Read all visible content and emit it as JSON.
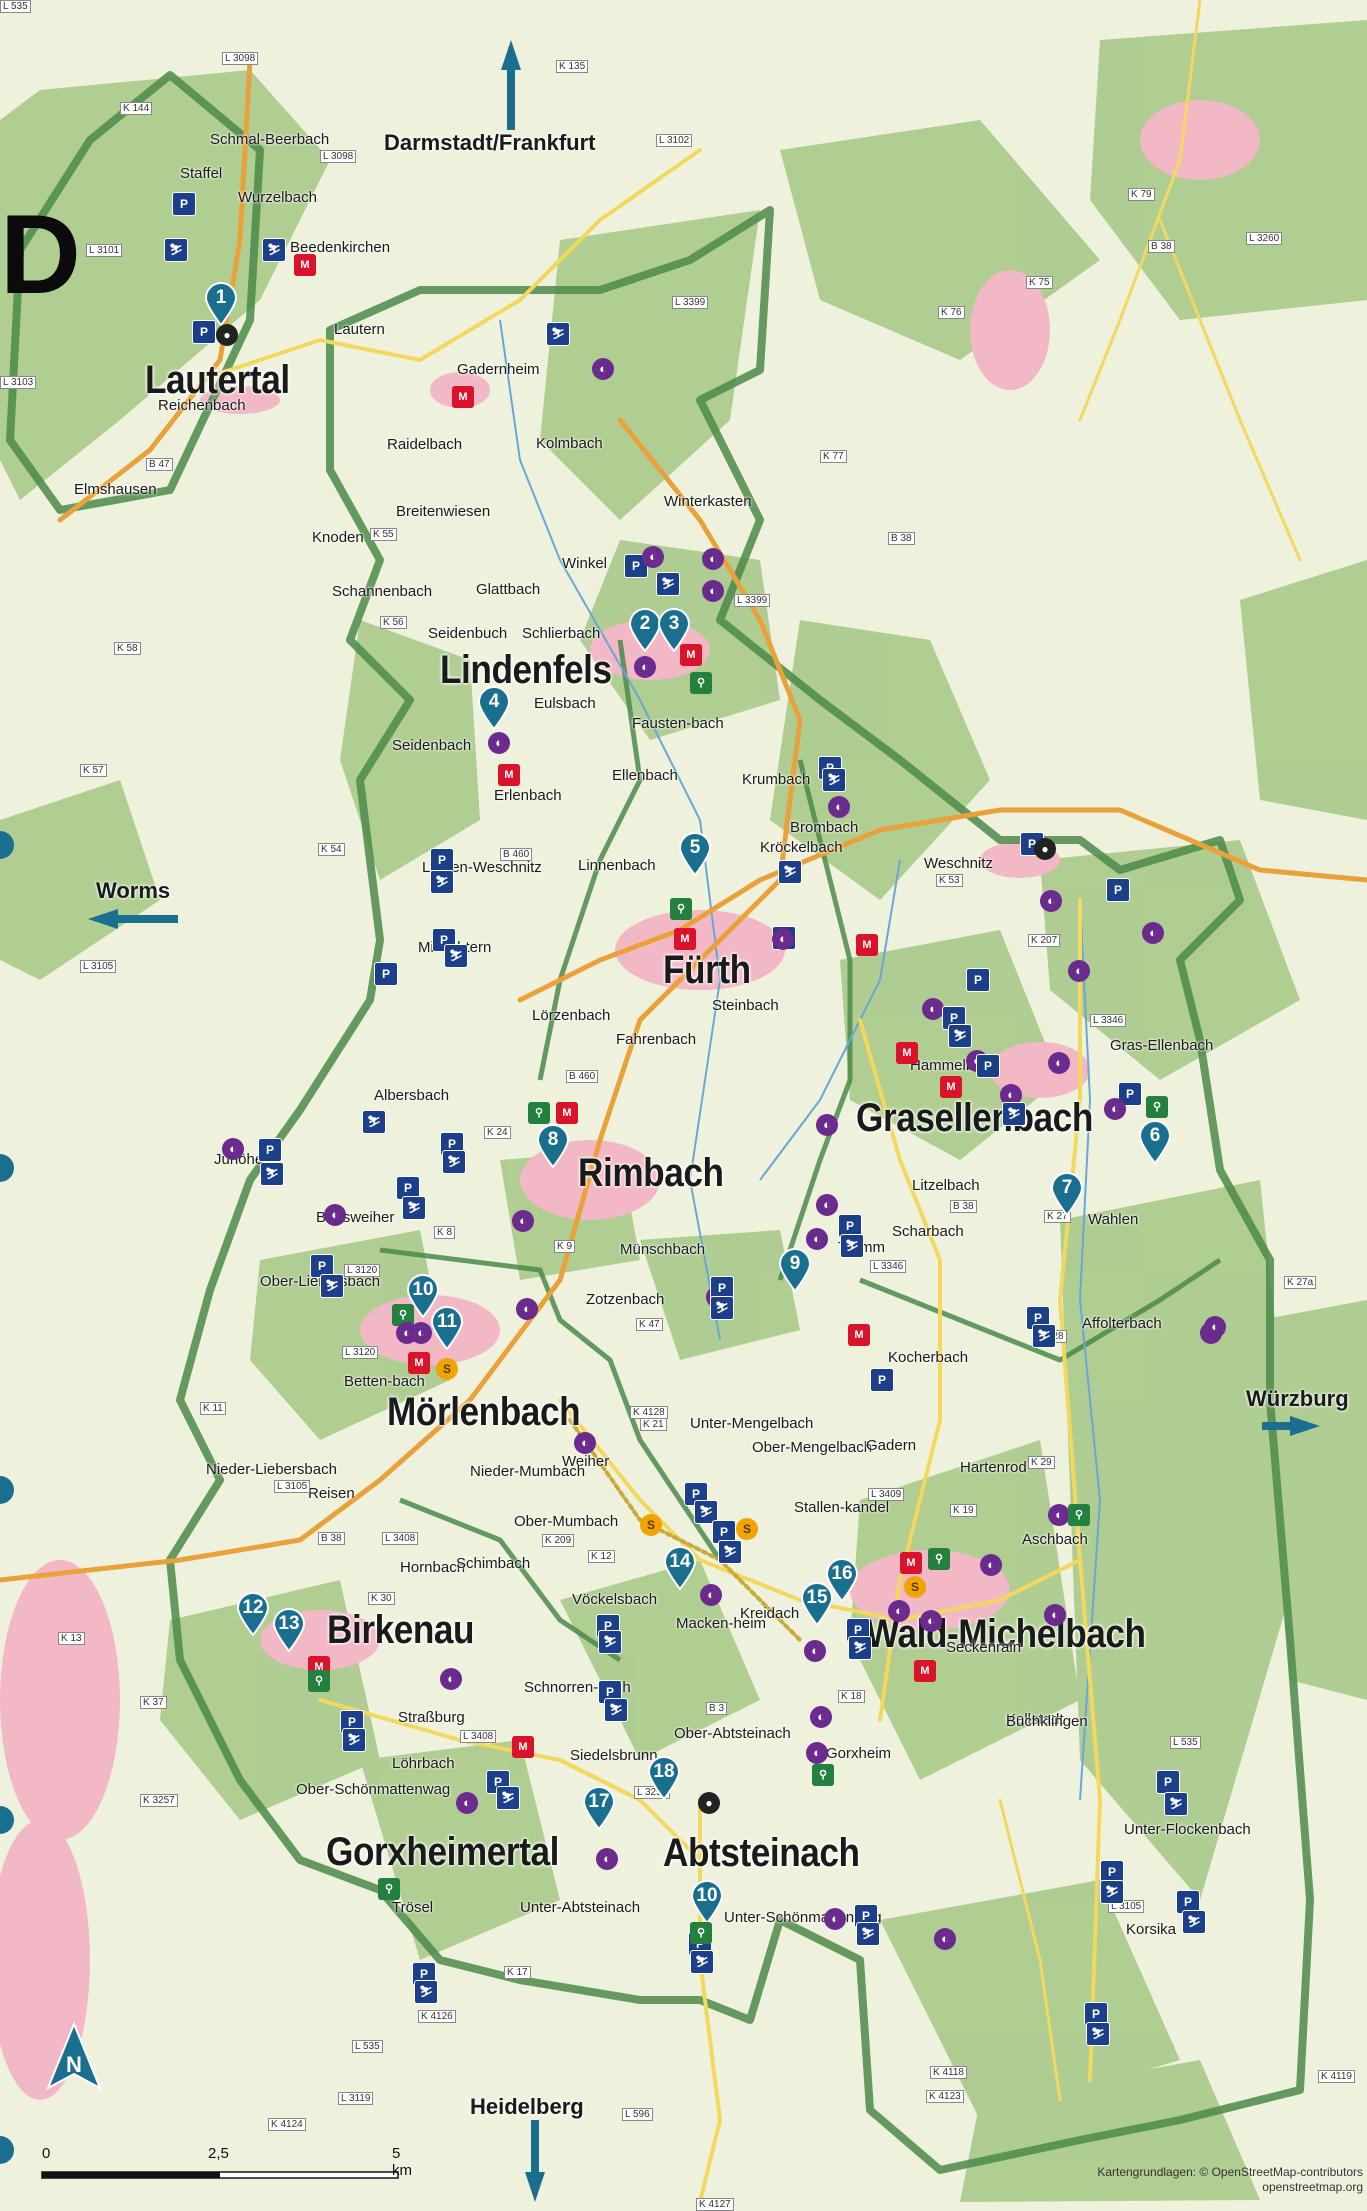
{
  "map": {
    "big_letter": "D",
    "directions": {
      "north": "Darmstadt/Frankfurt",
      "west": "Worms",
      "east": "Würzburg",
      "south": "Heidelberg"
    },
    "municipalities": [
      "Lautertal",
      "Lindenfels",
      "Fürth",
      "Rimbach",
      "Grasellenbach",
      "Mörlenbach",
      "Birkenau",
      "Wald-Michelbach",
      "Gorxheimertal",
      "Abtsteinach"
    ],
    "villages": [
      "Schmal-Beerbach",
      "Staffel",
      "Wurzelbach",
      "Beedenkirchen",
      "Lautern",
      "Reichenbach",
      "Gadernheim",
      "Raidelbach",
      "Kolmbach",
      "Elmshausen",
      "Winterkasten",
      "Breitenwiesen",
      "Knoden",
      "Winkel",
      "Glattbach",
      "Schannenbach",
      "Seidenbuch",
      "Schlierbach",
      "Eulsbach",
      "Seidenbach",
      "Erlenbach",
      "Fausten-bach",
      "Ellenbach",
      "Krumbach",
      "Brombach",
      "Kröckelbach",
      "Linnenbach",
      "Lauten-Weschnitz",
      "Weschnitz",
      "Mitlechtern",
      "Lörzenbach",
      "Steinbach",
      "Fahrenbach",
      "Hammelbach",
      "Gras-Ellenbach",
      "Albersbach",
      "Juhöhe",
      "Litzelbach",
      "Wahlen",
      "Scharbach",
      "Tromm",
      "Bonsweiher",
      "Münschbach",
      "Ober-Liebersbach",
      "Zotzenbach",
      "Affolterbach",
      "Kocherbach",
      "Betten-bach",
      "Unter-Mengelbach",
      "Ober-Mengelbach",
      "Gadern",
      "Nieder-Liebersbach",
      "Weiher",
      "Nieder-Mumbach",
      "Hartenrod",
      "Reisen",
      "Ober-Mumbach",
      "Stallen-kandel",
      "Aschbach",
      "Hornbach",
      "Schimbach",
      "Kreidach",
      "Vöckelsbach",
      "Macken-heim",
      "Seckenrain",
      "Schnorren-bach",
      "Kallstadt",
      "Straßburg",
      "Ober-Abtsteinach",
      "Buchklingen",
      "Löhrbach",
      "Siedelsbrunn",
      "Gorxheim",
      "Ober-Schönmattenwag",
      "Unter-Flockenbach",
      "Trösel",
      "Unter-Abtsteinach",
      "Unter-Schönmattenwag",
      "Korsika"
    ],
    "roads": [
      "L 3098",
      "K 135",
      "K 144",
      "L 3098",
      "L 3101",
      "L 3102",
      "K 79",
      "B 38",
      "K 76",
      "K 75",
      "L 3260",
      "L 3103",
      "L 3399",
      "B 47",
      "K 77",
      "B 38",
      "L 3399",
      "K 55",
      "K 56",
      "K 58",
      "K 57",
      "K 54",
      "B 460",
      "K 53",
      "K 207",
      "L 3346",
      "L 3105",
      "B 460",
      "K 24",
      "K 8",
      "K 9",
      "B 38",
      "K 27",
      "L 3346",
      "K 27a",
      "K 47",
      "K 21",
      "L 3120",
      "K 28",
      "L 3120",
      "K 11",
      "K 4128",
      "L 3409",
      "K 29",
      "L 3105",
      "B 38",
      "L 3408",
      "K 209",
      "K 12",
      "K 19",
      "K 30",
      "K 13",
      "B 3",
      "K 18",
      "L 535",
      "K 37",
      "L 3408",
      "K 3257",
      "L 3257",
      "L 3105",
      "K 17",
      "K 4126",
      "L 535",
      "K 4124",
      "L 596",
      "K 4123",
      "K 4118",
      "K 4119",
      "L 3119",
      "K 4127",
      "L 535"
    ],
    "scale": {
      "start": "0",
      "mid": "2,5",
      "end": "5 km"
    },
    "attribution_line1": "Kartengrundlagen: © OpenStreetMap-contributors",
    "attribution_line2": "openstreetmap.org",
    "markers": [
      "1",
      "2",
      "3",
      "4",
      "5",
      "6",
      "7",
      "8",
      "9",
      "10",
      "11",
      "12",
      "13",
      "14",
      "15",
      "16",
      "17",
      "18",
      "10"
    ],
    "colors": {
      "forest": "#a9c98a",
      "open": "#eef2dc",
      "settlement": "#f2b8c6",
      "border": "#4c8a4a",
      "road_yellow": "#f3d85f",
      "road_orange": "#e9a23b",
      "water": "#6aa6d8",
      "marker": "#1a6f8f",
      "arrow": "#1a6f8f"
    }
  }
}
